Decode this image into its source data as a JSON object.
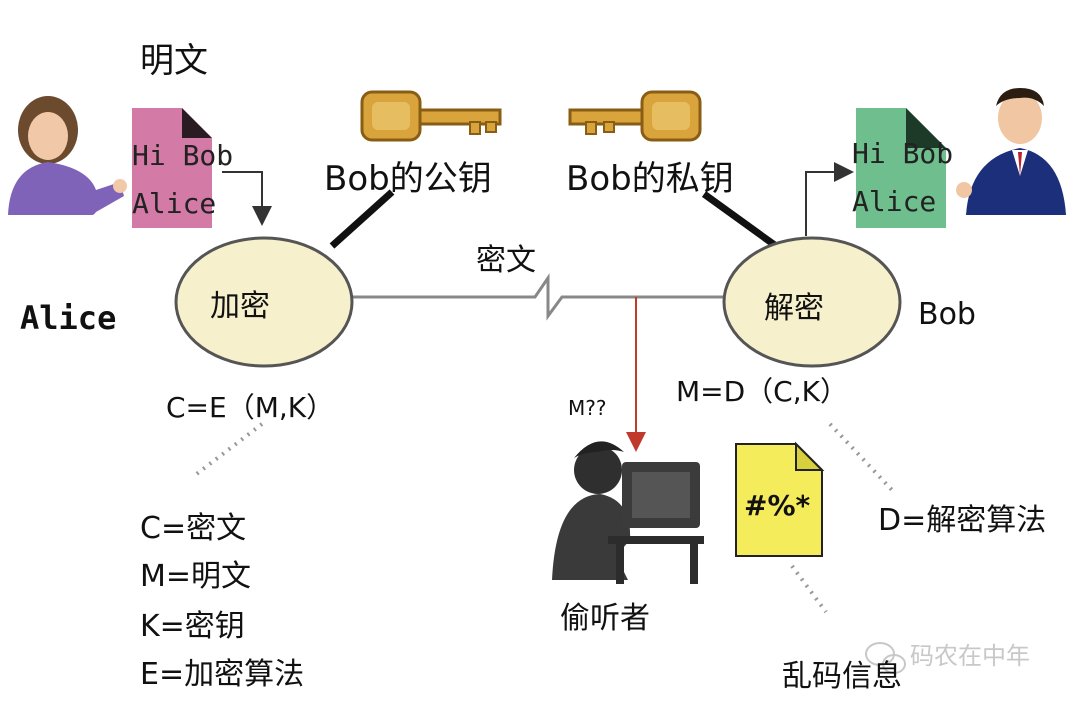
{
  "labels": {
    "plaintext": "明文",
    "alice_name": "Alice",
    "bob_name": "Bob",
    "public_key": "Bob的公钥",
    "private_key": "Bob的私钥",
    "ciphertext": "密文",
    "encrypt": "加密",
    "decrypt": "解密",
    "encrypt_formula": "C=E（M,K）",
    "decrypt_formula": "M=D（C,K）",
    "eavesdropper_confused": "M??",
    "eavesdropper": "偷听者",
    "garbled_info": "乱码信息",
    "garbled_text": "#%*",
    "decrypt_algo": "D=解密算法",
    "watermark": "码农在中年"
  },
  "legend": [
    "C=密文",
    "M=明文",
    "K=密钥",
    "E=加密算法"
  ],
  "documents": {
    "alice_doc": [
      "Hi Bob",
      "Alice"
    ],
    "bob_doc": [
      "Hi Bob",
      "Alice"
    ]
  },
  "colors": {
    "ellipse_fill": "#f6f1cc",
    "alice_doc": "#d47aa6",
    "bob_doc": "#6fbf8e",
    "key_gold": "#d9a43c",
    "garbled_doc": "#f4ec5a",
    "line_red": "#c0392b",
    "alice_sweater": "#7f63b8",
    "bob_suit": "#1c2f7a"
  }
}
